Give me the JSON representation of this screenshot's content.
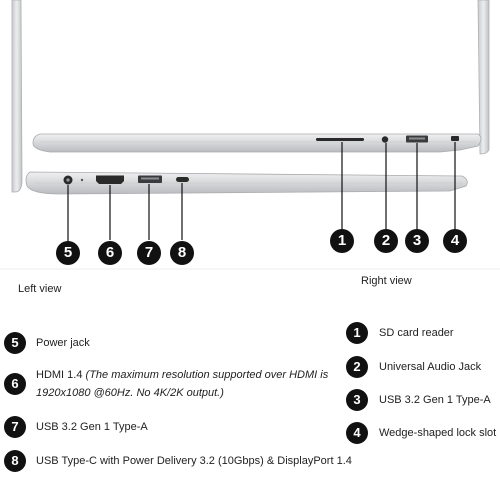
{
  "views": {
    "left_title": "Left view",
    "right_title": "Right view"
  },
  "callouts": {
    "left": [
      "5",
      "6",
      "7",
      "8"
    ],
    "right": [
      "1",
      "2",
      "3",
      "4"
    ]
  },
  "left_legend": [
    {
      "num": "5",
      "label": "Power jack"
    },
    {
      "num": "6",
      "label": "HDMI 1.4",
      "note": "(The maximum resolution supported over HDMI is",
      "note2": "1920x1080 @60Hz. No 4K/2K output.)"
    },
    {
      "num": "7",
      "label": "USB 3.2 Gen 1 Type-A"
    },
    {
      "num": "8",
      "label": "USB Type-C with Power Delivery 3.2 (10Gbps) & DisplayPort 1.4"
    }
  ],
  "right_legend": [
    {
      "num": "1",
      "label": "SD card reader"
    },
    {
      "num": "2",
      "label": "Universal Audio Jack"
    },
    {
      "num": "3",
      "label": "USB 3.2 Gen 1 Type-A"
    },
    {
      "num": "4",
      "label": "Wedge-shaped lock slot"
    }
  ],
  "colors": {
    "chassis": "#d9dadc",
    "chassis_edge": "#b7b9bc",
    "badge": "#111111",
    "port": "#2a2a2a"
  }
}
